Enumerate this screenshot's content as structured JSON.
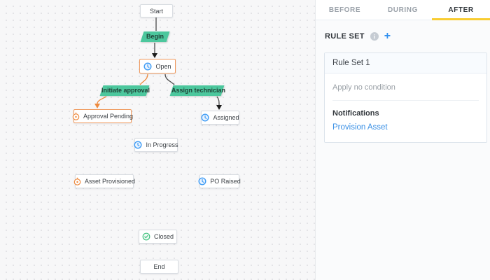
{
  "canvas": {
    "nodes": [
      {
        "id": "start",
        "label": "Start",
        "type": "plain"
      },
      {
        "id": "open",
        "label": "Open",
        "type": "status",
        "icon": "clock-blue-icon",
        "highlighted": true
      },
      {
        "id": "approval-pending",
        "label": "Approval Pending",
        "type": "status",
        "icon": "stopwatch-orange-icon",
        "highlighted": true
      },
      {
        "id": "assigned",
        "label": "Assigned",
        "type": "status",
        "icon": "clock-blue-icon",
        "highlighted": false
      },
      {
        "id": "in-progress",
        "label": "In Progress",
        "type": "status",
        "icon": "clock-blue-icon",
        "highlighted": false
      },
      {
        "id": "asset-provisioned",
        "label": "Asset Provisioned",
        "type": "status",
        "icon": "stopwatch-orange-icon",
        "highlighted": false
      },
      {
        "id": "po-raised",
        "label": "PO Raised",
        "type": "status",
        "icon": "clock-blue-icon",
        "highlighted": false
      },
      {
        "id": "closed",
        "label": "Closed",
        "type": "status",
        "icon": "check-green-icon",
        "highlighted": false
      },
      {
        "id": "end",
        "label": "End",
        "type": "plain"
      }
    ],
    "transitions": [
      {
        "id": "begin",
        "label": "Begin",
        "from": "start",
        "to": "open"
      },
      {
        "id": "initiate-approval",
        "label": "Initiate approval",
        "from": "open",
        "to": "approval-pending"
      },
      {
        "id": "assign-technician",
        "label": "Assign technician",
        "from": "open",
        "to": "assigned"
      }
    ]
  },
  "panel": {
    "tabs": [
      {
        "label": "BEFORE",
        "active": false
      },
      {
        "label": "DURING",
        "active": false
      },
      {
        "label": "AFTER",
        "active": true
      }
    ],
    "ruleset": {
      "heading": "RULE SET",
      "info_icon": "i",
      "add_label": "+"
    },
    "card": {
      "title": "Rule Set 1",
      "condition": "Apply no condition",
      "section_heading": "Notifications",
      "action_link": "Provision Asset"
    }
  },
  "colors": {
    "active_tab_underline": "#f8cc31",
    "transition_green": "#4cc79d",
    "highlight_orange": "#f09a5e",
    "arrow_orange": "#ee8a3e",
    "status_blue": "#3f9cf5",
    "closed_green": "#45c381",
    "link_blue": "#3a90e5"
  }
}
